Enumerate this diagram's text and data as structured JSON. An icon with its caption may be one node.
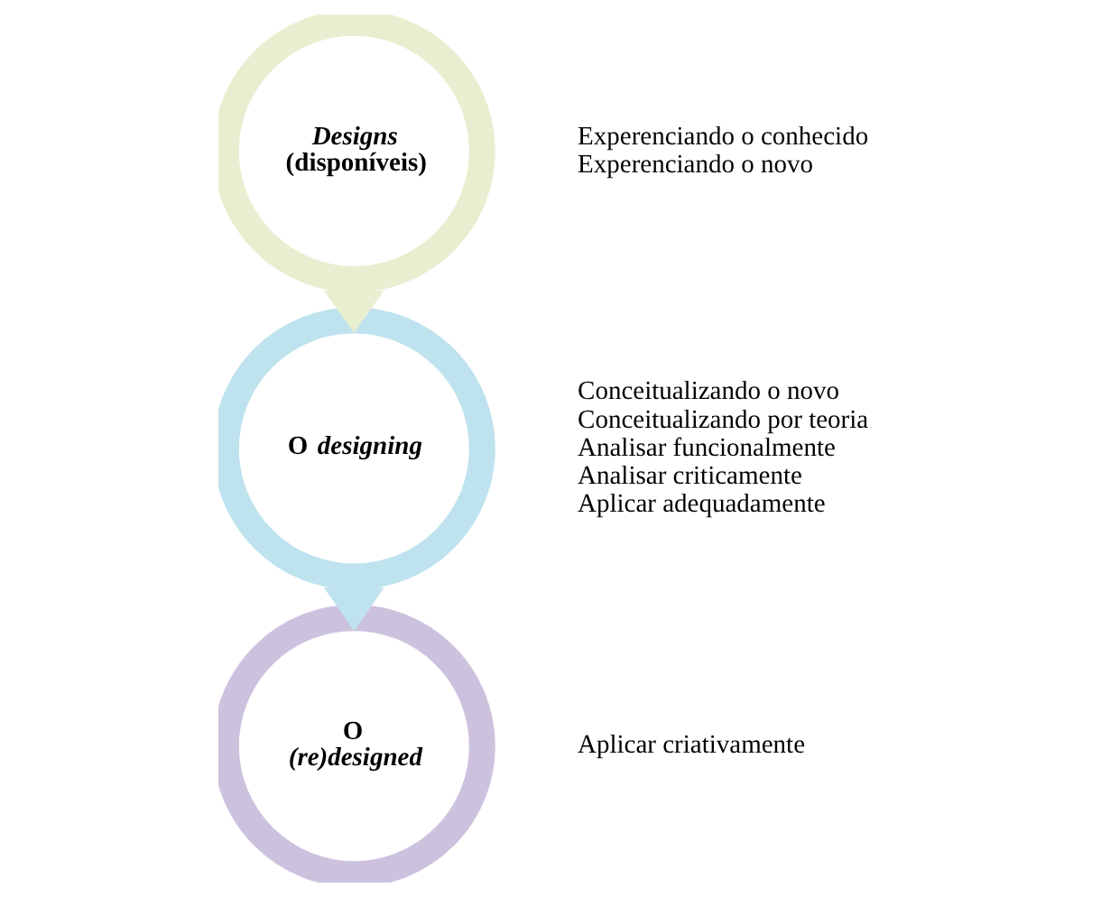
{
  "diagram": {
    "nodes": [
      {
        "text": [
          "*Designs* (disponíveis)"
        ],
        "beside": [
          "Experenciando o conhecido",
          "Experenciando o novo"
        ]
      },
      {
        "text": [
          "O *designing*"
        ],
        "beside": [
          "Conceitualizando o novo",
          "Conceitualizando por teoria",
          "Analisar funcionalmente",
          "Analisar criticamente",
          "Aplicar adequadamente"
        ]
      },
      {
        "text": [
          "O *(re)designed*"
        ],
        "beside": [
          "Aplicar criativamente"
        ]
      }
    ],
    "edges": [
      {
        "from": 0,
        "to": 1,
        "arrow": "to",
        "style": "thick",
        "color": "#e8efd0"
      },
      {
        "from": 1,
        "to": 2,
        "arrow": "to",
        "style": "thick",
        "color": "#bfe3ee"
      }
    ]
  }
}
